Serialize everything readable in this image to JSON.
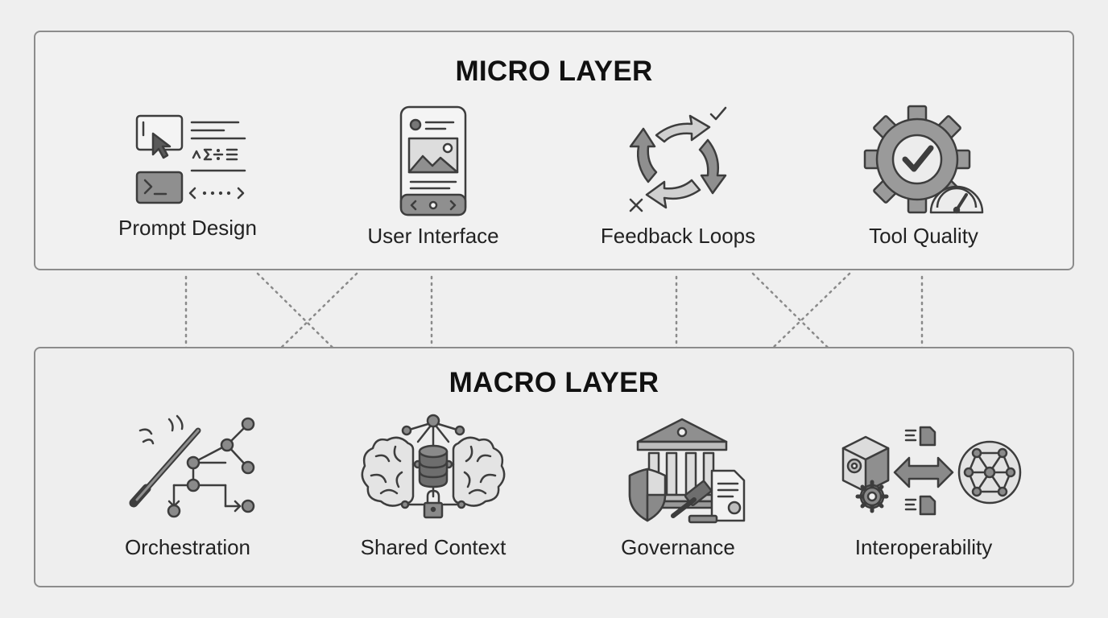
{
  "micro_layer": {
    "title": "MICRO LAYER",
    "items": [
      {
        "label": "Prompt Design",
        "icon": "prompt-design-icon"
      },
      {
        "label": "User Interface",
        "icon": "mobile-ui-icon"
      },
      {
        "label": "Feedback Loops",
        "icon": "feedback-cycle-icon"
      },
      {
        "label": "Tool Quality",
        "icon": "gear-check-gauge-icon"
      }
    ]
  },
  "macro_layer": {
    "title": "MACRO LAYER",
    "items": [
      {
        "label": "Orchestration",
        "icon": "baton-flow-icon"
      },
      {
        "label": "Shared Context",
        "icon": "brains-database-icon"
      },
      {
        "label": "Governance",
        "icon": "institution-gavel-icon"
      },
      {
        "label": "Interoperability",
        "icon": "exchange-network-icon"
      }
    ]
  },
  "colors": {
    "background": "#efefef",
    "border": "#8c8c8c",
    "icon_stroke": "#3d3d3d",
    "icon_fill": "#8f8f8f",
    "connector": "#8a8a8a"
  }
}
